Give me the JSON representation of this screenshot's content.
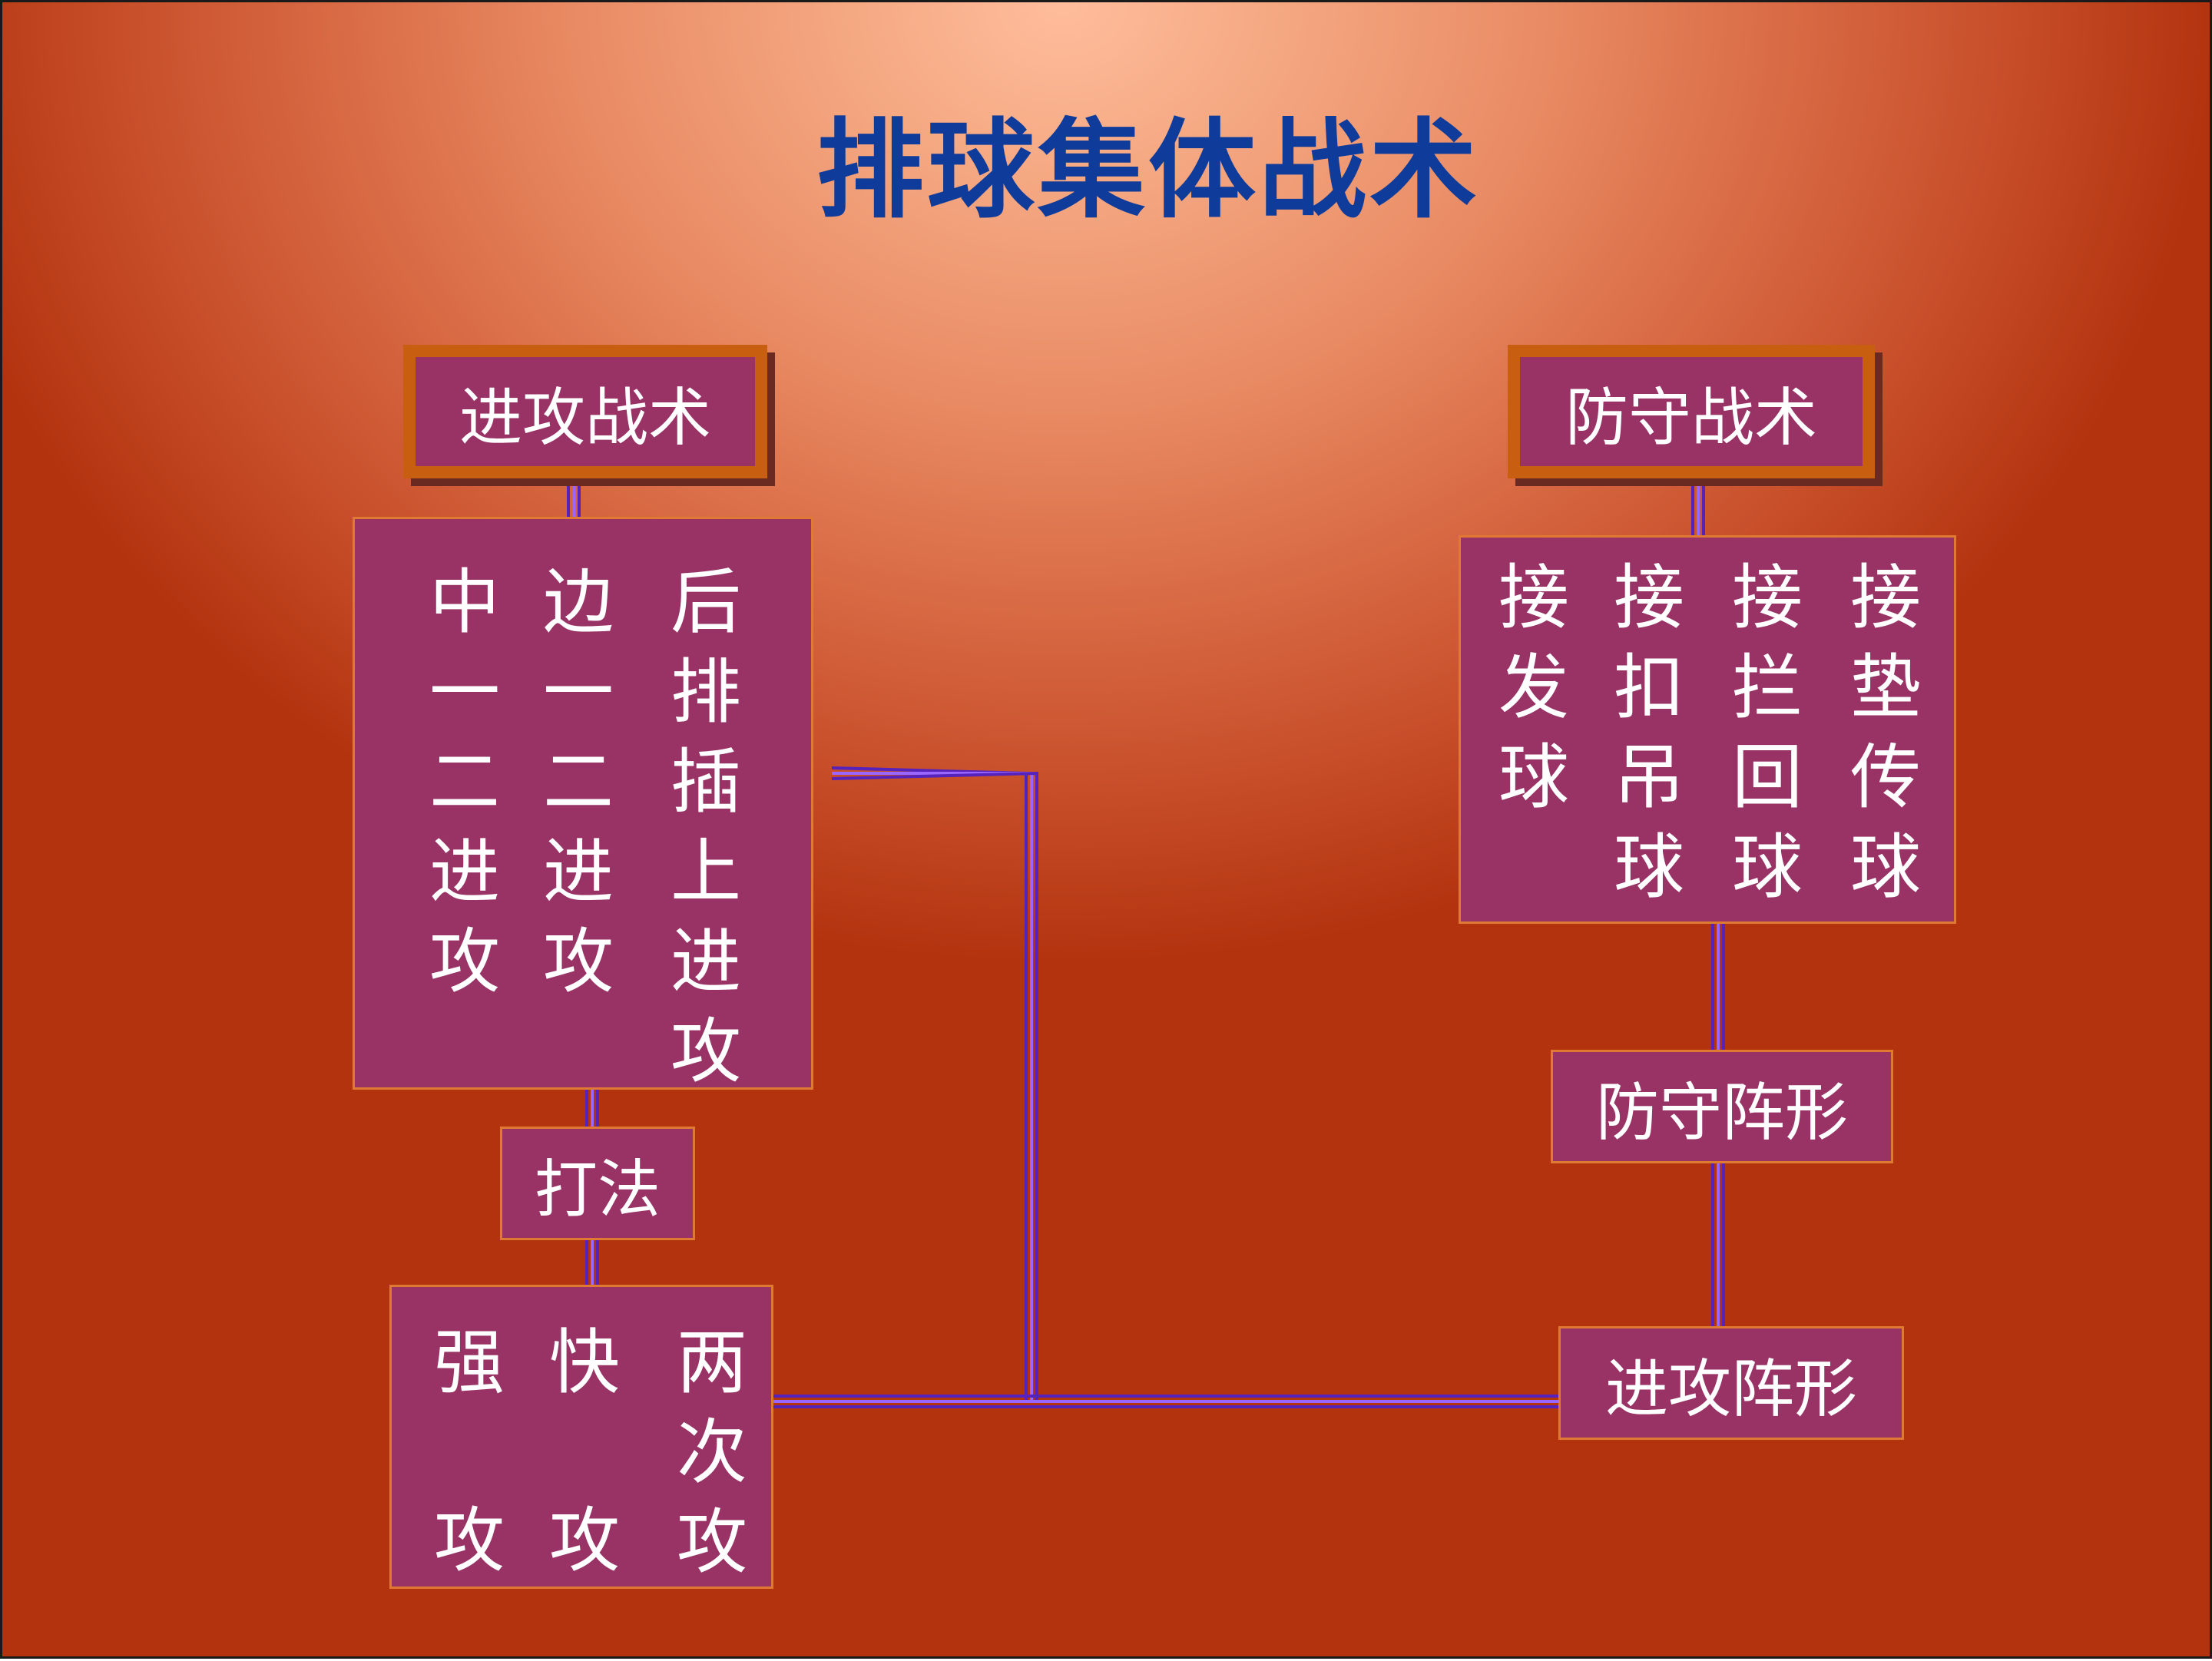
{
  "title": "排球集体战术",
  "attack": {
    "header": "进攻战术",
    "columns": [
      {
        "text": "中一二进攻"
      },
      {
        "text": "边一二进攻"
      },
      {
        "text": "后排插上进攻"
      }
    ]
  },
  "dafa": {
    "label": "打法",
    "columns": [
      {
        "text": "强",
        "bottom": "攻"
      },
      {
        "text": "快",
        "bottom": "攻"
      },
      {
        "text": "两次攻"
      }
    ]
  },
  "defense": {
    "header": "防守战术",
    "columns": [
      {
        "text": "接发球"
      },
      {
        "text": "接扣吊球"
      },
      {
        "text": "接拦回球"
      },
      {
        "text": "接垫传球"
      }
    ]
  },
  "defense_formation": {
    "label": "防守阵形"
  },
  "attack_formation": {
    "label": "进攻阵形"
  },
  "colors": {
    "box_fill": "#993366",
    "header_border": "#c85f10",
    "connector": "#6633cc",
    "title": "#0f3c9a"
  }
}
